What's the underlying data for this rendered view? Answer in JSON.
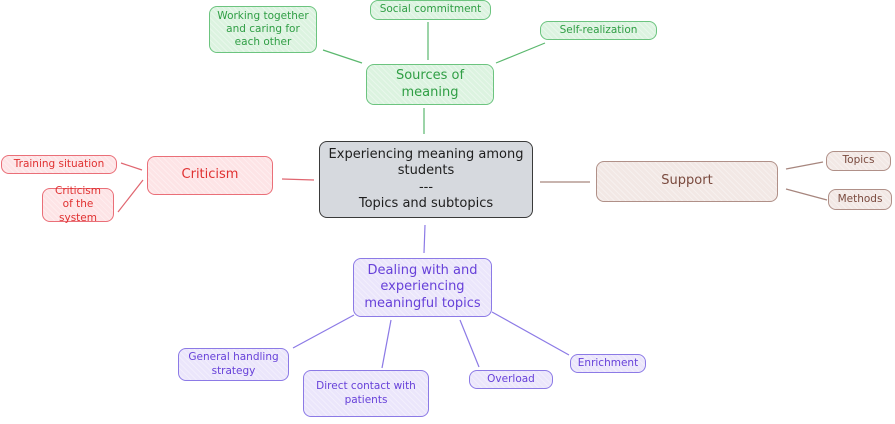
{
  "central": {
    "line1": "Experiencing meaning among students",
    "sep": "---",
    "line2": "Topics and subtopics"
  },
  "branches": {
    "sources": {
      "label": "Sources of meaning",
      "color": "#2f9e44",
      "children": [
        "Working together and caring for each other",
        "Social commitment",
        "Self-realization"
      ]
    },
    "criticism": {
      "label": "Criticism",
      "color": "#e03131",
      "children": [
        "Training situation",
        "Criticism of the system"
      ]
    },
    "support": {
      "label": "Support",
      "color": "#7a4a3e",
      "children": [
        "Topics",
        "Methods"
      ]
    },
    "dealing": {
      "label": "Dealing with and experiencing meaningful topics",
      "color": "#6741d9",
      "children": [
        "General handling strategy",
        "Direct contact with patients",
        "Overload",
        "Enrichment"
      ]
    }
  }
}
